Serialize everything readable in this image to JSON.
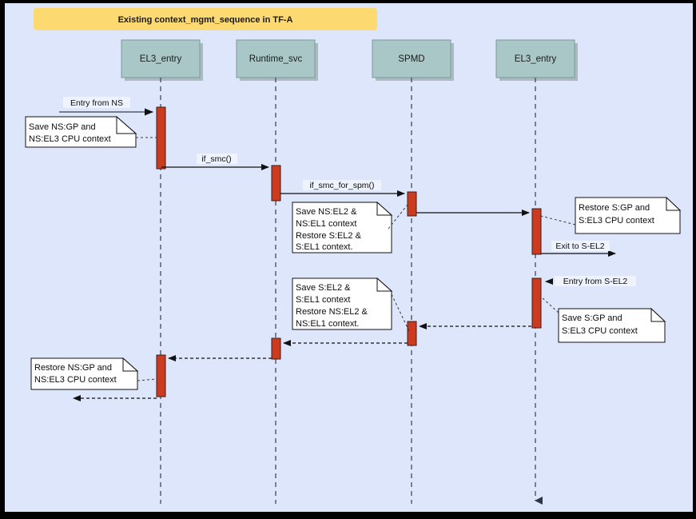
{
  "meta": {
    "canvas_bg": "#dde6fa",
    "outer_border": "#000000",
    "banner_color": "#fcd971",
    "participant_color": "#a9c7c7",
    "activation_color": "#cc3a20",
    "note_color": "#ffffff"
  },
  "title": {
    "text": "Existing context_mgmt_sequence in TF-A"
  },
  "participants": [
    {
      "id": "el3-entry-left",
      "label": "EL3_entry"
    },
    {
      "id": "runtime-svc",
      "label": "Runtime_svc"
    },
    {
      "id": "spmd",
      "label": "SPMD"
    },
    {
      "id": "el3-entry-right",
      "label": "EL3_entry"
    }
  ],
  "messages": [
    {
      "id": "entry-from-ns",
      "label": "Entry from NS",
      "style": "solid-gray",
      "direction": "right"
    },
    {
      "id": "if-smc",
      "label": "if_smc()",
      "style": "solid",
      "direction": "right"
    },
    {
      "id": "if-smc-for-spm",
      "label": "if_smc_for_spm()",
      "style": "solid",
      "direction": "right"
    },
    {
      "id": "spmd-to-el3",
      "label": "",
      "style": "solid",
      "direction": "right"
    },
    {
      "id": "exit-to-s-el2",
      "label": "Exit to S-EL2",
      "style": "solid",
      "direction": "right"
    },
    {
      "id": "entry-from-s-el2",
      "label": "Entry from S-EL2",
      "style": "dashed",
      "direction": "left"
    },
    {
      "id": "el3-to-spmd-ret",
      "label": "",
      "style": "dashed",
      "direction": "left"
    },
    {
      "id": "spmd-to-rt-ret",
      "label": "",
      "style": "dashed",
      "direction": "left"
    },
    {
      "id": "rt-to-el3-ret",
      "label": "",
      "style": "dashed",
      "direction": "left"
    },
    {
      "id": "el3-exit-ret",
      "label": "",
      "style": "dashed",
      "direction": "left"
    }
  ],
  "notes": [
    {
      "id": "note-save-ns-gp",
      "lines": [
        "Save NS:GP and",
        "NS:EL3 CPU context"
      ]
    },
    {
      "id": "note-save-ns-el2",
      "lines": [
        "Save NS:EL2 &",
        "NS:EL1 context",
        "Restore S:EL2 &",
        "S:EL1 context."
      ]
    },
    {
      "id": "note-restore-s-gp",
      "lines": [
        "Restore S:GP and",
        "S:EL3 CPU context"
      ]
    },
    {
      "id": "note-save-s-el2",
      "lines": [
        "Save S:EL2 &",
        "S:EL1 context",
        "Restore NS:EL2 &",
        "NS:EL1 context."
      ]
    },
    {
      "id": "note-save-s-gp",
      "lines": [
        "Save S:GP and",
        "S:EL3 CPU context"
      ]
    },
    {
      "id": "note-restore-ns-gp",
      "lines": [
        "Restore NS:GP and",
        "NS:EL3 CPU context"
      ]
    }
  ]
}
